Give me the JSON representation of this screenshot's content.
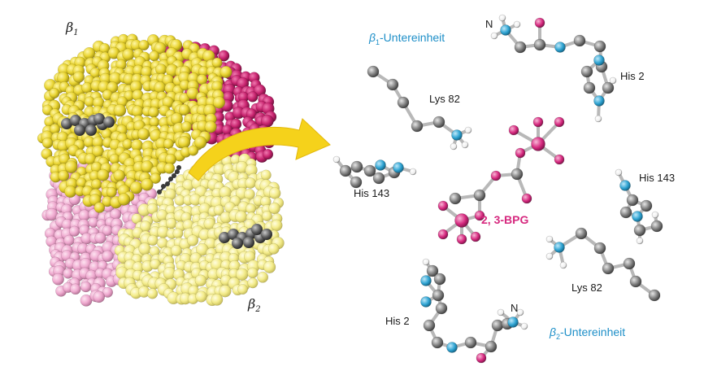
{
  "protein": {
    "beta1_symbol": "β",
    "beta1_index": "1",
    "beta2_symbol": "β",
    "beta2_index": "2"
  },
  "subunits": {
    "beta1_prefix": "β",
    "beta1_index": "1",
    "beta1_suffix": "-Untereinheit",
    "beta2_prefix": "β",
    "beta2_index": "2",
    "beta2_suffix": "-Untereinheit"
  },
  "labels": {
    "n_top": "N",
    "n_bottom": "N",
    "his2_top": "His 2",
    "lys82_top": "Lys 82",
    "his143_left": "His 143",
    "his143_right": "His 143",
    "lys82_bottom": "Lys 82",
    "his2_bottom": "His 2",
    "bpg": "2, 3-BPG"
  },
  "colors": {
    "beta1_yellow": "#e9d431",
    "beta2_pale_yellow": "#f4ec8a",
    "alpha_magenta": "#c8246f",
    "alpha_pink": "#efa9cf",
    "heme_gray": "#5a5a5a",
    "carbon_gray": "#7d7d7d",
    "nitrogen_blue": "#2ea3d2",
    "oxygen_magenta": "#d6297f",
    "phosphate_magenta": "#d6297f",
    "label_blue": "#1e8fc8",
    "arrow_yellow": "#f5d21b"
  }
}
